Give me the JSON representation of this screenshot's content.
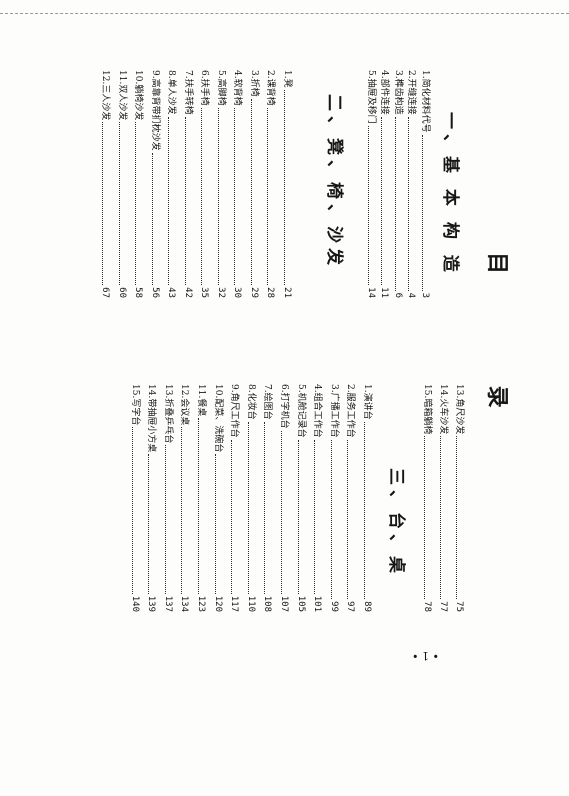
{
  "title": "目    录",
  "sections": [
    {
      "heading": "一、基 本 构 造",
      "entries": [
        {
          "label": "1.简化材料代号",
          "page": "3"
        },
        {
          "label": "2.开缝连接",
          "page": "4"
        },
        {
          "label": "3.榫齿构造",
          "page": "6"
        },
        {
          "label": "4.部件连接",
          "page": "11"
        },
        {
          "label": "5.抽屉及移门",
          "page": "14"
        }
      ]
    },
    {
      "heading": "二、凳、椅、沙发",
      "entries": [
        {
          "label": "1.凳",
          "page": "21"
        },
        {
          "label": "2.课背椅",
          "page": "28"
        },
        {
          "label": "3.折椅",
          "page": "29"
        },
        {
          "label": "4.软背椅",
          "page": "30"
        },
        {
          "label": "5.高脚椅",
          "page": "32"
        },
        {
          "label": "6.扶手椅",
          "page": "35"
        },
        {
          "label": "7.扶手转椅",
          "page": "42"
        },
        {
          "label": "8.单人沙发",
          "page": "43"
        },
        {
          "label": "9.高靠背带扪枕沙发",
          "page": "56"
        },
        {
          "label": "10.躺椅沙发",
          "page": "58"
        },
        {
          "label": "11.双人沙发",
          "page": "60"
        },
        {
          "label": "12.三人沙发",
          "page": "67"
        },
        {
          "label": "13.角尺沙发",
          "page": "75"
        },
        {
          "label": "14.火车沙发",
          "page": "77"
        },
        {
          "label": "15.暗箱躺椅",
          "page": "78"
        }
      ]
    },
    {
      "heading": "三、台、桌",
      "entries": [
        {
          "label": "1.演讲台",
          "page": "89"
        },
        {
          "label": "2.服务工作台",
          "page": "97"
        },
        {
          "label": "3.广播工作台",
          "page": "99"
        },
        {
          "label": "4.组合工作台",
          "page": "101"
        },
        {
          "label": "5.机舱记录台",
          "page": "105"
        },
        {
          "label": "6.打字机台",
          "page": "107"
        },
        {
          "label": "7.绘图台",
          "page": "108"
        },
        {
          "label": "8.化妆台",
          "page": "110"
        },
        {
          "label": "9.角尺工作台",
          "page": "117"
        },
        {
          "label": "10.配菜、洗碗台",
          "page": "120"
        },
        {
          "label": "11.餐桌",
          "page": "123"
        },
        {
          "label": "12.会议桌",
          "page": "134"
        },
        {
          "label": "13.折叠乒乓台",
          "page": "137"
        },
        {
          "label": "14.带抽屉小方桌",
          "page": "139"
        },
        {
          "label": "15.写字台",
          "page": "140"
        }
      ]
    }
  ],
  "page_number": "• 1 •"
}
